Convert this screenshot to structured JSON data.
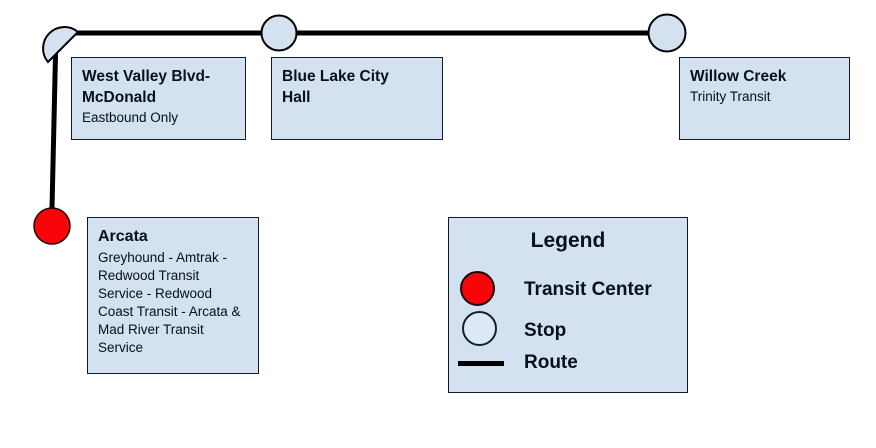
{
  "colors": {
    "box_fill": "#d3e1f1",
    "box_border": "#0e1c2e",
    "transit_center_red": "#f90409",
    "stop_fill": "#d3e1f1",
    "route_line": "#000000",
    "text": "#06101f"
  },
  "stations": {
    "west_valley": {
      "title": "West Valley Blvd-\nMcDonald",
      "subtitle": "Eastbound Only"
    },
    "blue_lake": {
      "title": "Blue Lake City\nHall"
    },
    "willow_creek": {
      "title": "Willow Creek",
      "subtitle": "Trinity Transit"
    },
    "arcata": {
      "title": "Arcata",
      "subtitle": "Greyhound - Amtrak - Redwood Transit Service - Redwood Coast Transit - Arcata & Mad River Transit Service"
    }
  },
  "legend": {
    "title": "Legend",
    "items": [
      {
        "symbol": "transit-center",
        "label": "Transit Center"
      },
      {
        "symbol": "stop",
        "label": "Stop"
      },
      {
        "symbol": "route",
        "label": "Route"
      }
    ]
  }
}
